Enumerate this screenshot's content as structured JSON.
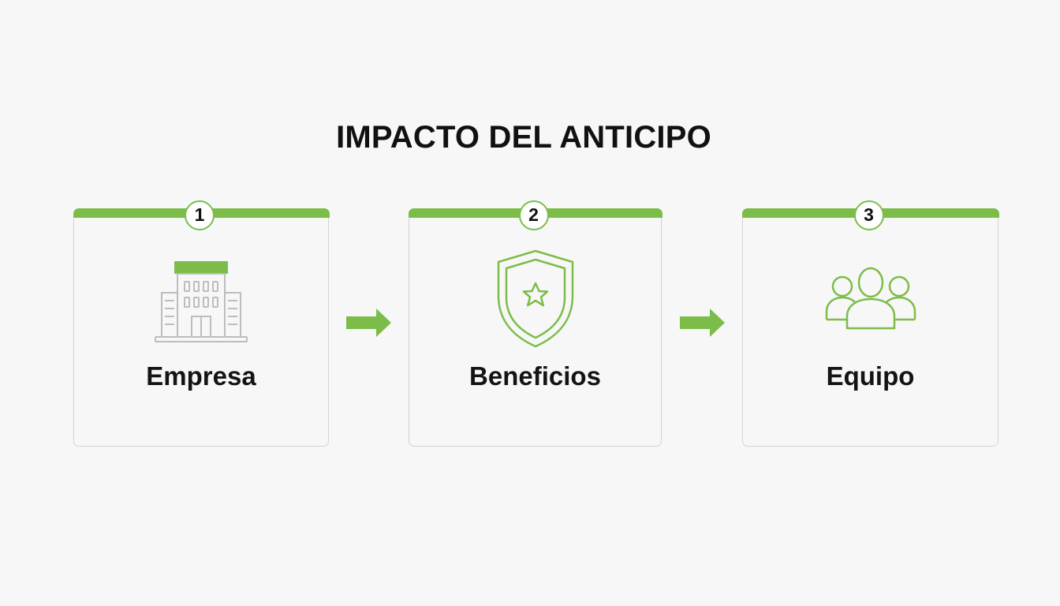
{
  "title": "IMPACTO DEL ANTICIPO",
  "colors": {
    "accent": "#7cbd4a",
    "border": "#d3d3d3",
    "icon_gray": "#bdbdbd",
    "text": "#111111",
    "background": "#f6f7f6"
  },
  "steps": [
    {
      "number": "1",
      "label": "Empresa",
      "icon": "building-icon"
    },
    {
      "number": "2",
      "label": "Beneficios",
      "icon": "shield-star-icon"
    },
    {
      "number": "3",
      "label": "Equipo",
      "icon": "team-icon"
    }
  ]
}
